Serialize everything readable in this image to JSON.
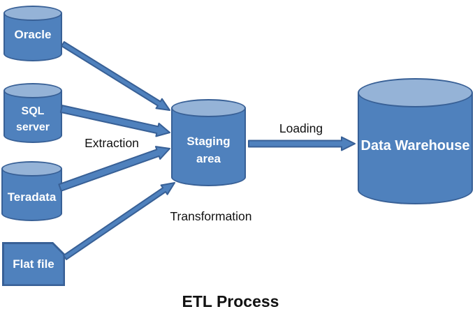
{
  "diagram": {
    "title": "ETL Process",
    "nodes": {
      "oracle": {
        "label": "Oracle",
        "type": "database-cylinder"
      },
      "sql_server": {
        "label": "SQL server",
        "type": "database-cylinder"
      },
      "teradata": {
        "label": "Teradata",
        "type": "database-cylinder"
      },
      "flat_file": {
        "label": "Flat file",
        "type": "document"
      },
      "staging": {
        "label": "Staging area",
        "type": "database-cylinder"
      },
      "warehouse": {
        "label": "Data Warehouse",
        "type": "database-cylinder"
      }
    },
    "edge_labels": {
      "extraction": "Extraction",
      "transformation": "Transformation",
      "loading": "Loading"
    },
    "colors": {
      "node_fill": "#4f81bd",
      "node_top_fill": "#95b3d7",
      "node_border": "#386096",
      "text_on_node": "#ffffff",
      "label_text": "#111111",
      "background": "#ffffff"
    }
  }
}
